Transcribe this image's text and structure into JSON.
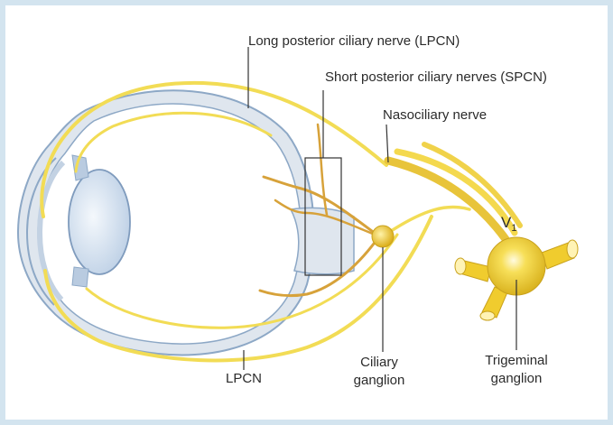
{
  "labels": {
    "lpcn_top": "Long posterior ciliary nerve (LPCN)",
    "spcn": "Short posterior ciliary nerves (SPCN)",
    "nasociliary": "Nasociliary nerve",
    "v1_main": "V",
    "v1_sub": "1",
    "lpcn_bottom": "LPCN",
    "ciliary_line1": "Ciliary",
    "ciliary_line2": "ganglion",
    "trigeminal_line1": "Trigeminal",
    "trigeminal_line2": "ganglion"
  },
  "colors": {
    "nerve_yellow": "#f2dc55",
    "nerve_orange": "#d7a23a",
    "ganglion": "#f0cc2e",
    "eye_outline": "#8da8c6",
    "eye_fill": "#dde5ee",
    "lens": "#c9d9ec",
    "frame": "#d3e4ef"
  }
}
